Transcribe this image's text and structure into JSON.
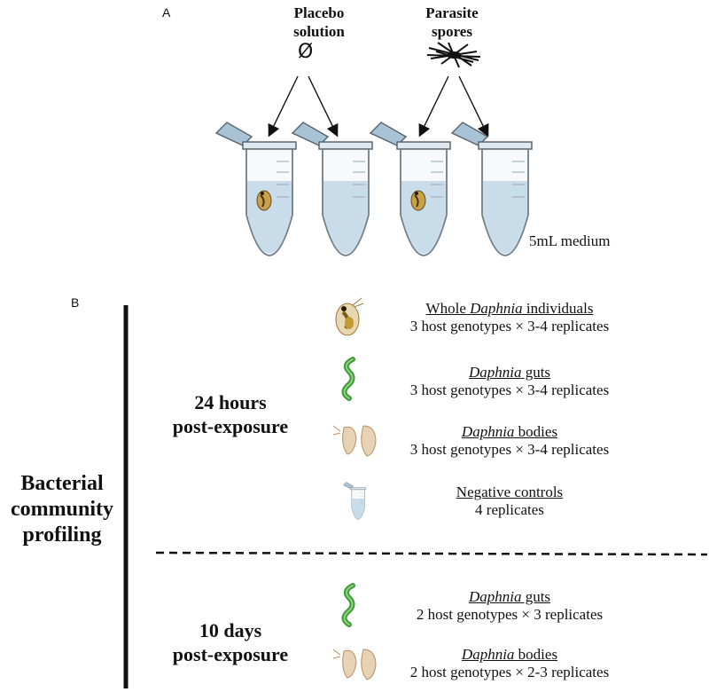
{
  "panel_a": {
    "letter": "A",
    "placebo_label": [
      "Placebo",
      "solution"
    ],
    "placebo_symbol": "Ø",
    "parasite_label": [
      "Parasite",
      "spores"
    ],
    "medium_label": "5mL medium"
  },
  "panel_b": {
    "letter": "B",
    "side_label": [
      "Bacterial",
      "community",
      "profiling"
    ],
    "groups": [
      {
        "time_label": [
          "24 hours",
          "post-exposure"
        ],
        "items": [
          {
            "icon": "daphnia-whole-icon",
            "title_pre": "Whole ",
            "title_em": "Daphnia",
            "title_post": " individuals",
            "detail": "3 host genotypes × 3-4 replicates"
          },
          {
            "icon": "daphnia-gut-icon",
            "title_pre": "",
            "title_em": "Daphnia",
            "title_post": " guts",
            "detail": "3 host genotypes × 3-4 replicates"
          },
          {
            "icon": "daphnia-bodies-icon",
            "title_pre": "",
            "title_em": "Daphnia",
            "title_post": " bodies",
            "detail": "3 host genotypes × 3-4 replicates"
          },
          {
            "icon": "tube-icon",
            "title_pre": "Negative controls",
            "title_em": "",
            "title_post": "",
            "detail": "4 replicates"
          }
        ]
      },
      {
        "time_label": [
          "10 days",
          "post-exposure"
        ],
        "items": [
          {
            "icon": "daphnia-gut-icon",
            "title_pre": "",
            "title_em": "Daphnia",
            "title_post": " guts",
            "detail": "2 host genotypes × 3 replicates"
          },
          {
            "icon": "daphnia-bodies-icon",
            "title_pre": "",
            "title_em": "Daphnia",
            "title_post": " bodies",
            "detail": "2 host genotypes × 2-3 replicates"
          }
        ]
      }
    ]
  },
  "colors": {
    "tube_outline": "#6f7c86",
    "tube_fill": "#c9dcea",
    "tube_lid": "#a9c3d6",
    "gut_green": "#3f9a3a",
    "daphnia_brown": "#9a6a1e"
  }
}
